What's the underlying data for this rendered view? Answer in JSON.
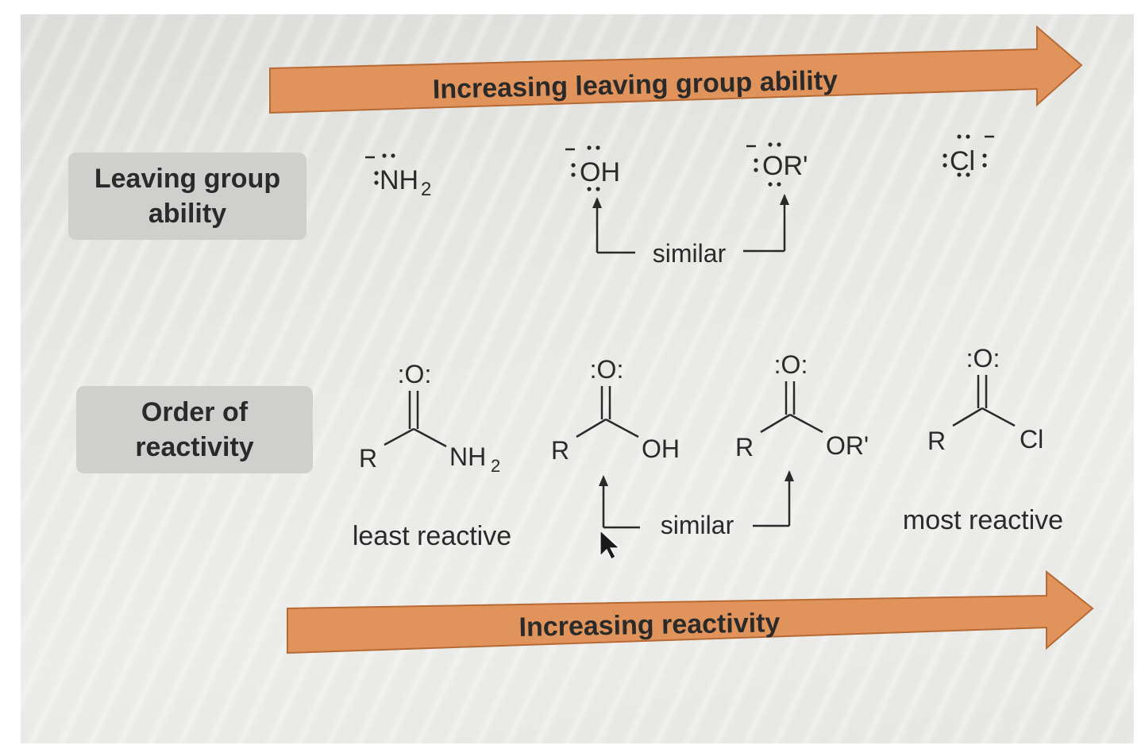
{
  "arrows": {
    "top_label": "Increasing leaving group ability",
    "bottom_label": "Increasing reactivity",
    "fill_color": "#e0945c",
    "stroke_color": "#b86a34"
  },
  "row_labels": {
    "leaving_line1": "Leaving group",
    "leaving_line2": "ability",
    "reactivity_line1": "Order of",
    "reactivity_line2": "reactivity"
  },
  "leaving_groups": {
    "nh2": "NH",
    "nh2_sub": "2",
    "oh": "OH",
    "or": "OR'",
    "cl": "Cl",
    "lone_pair": ":"
  },
  "similar_label": "similar",
  "structures": {
    "carbonyl_o": ":O:",
    "r": "R",
    "amide_group": "NH",
    "amide_sub": "2",
    "acid_group": "OH",
    "ester_group": "OR'",
    "chloride_group": "Cl"
  },
  "captions": {
    "least": "least reactive",
    "most": "most reactive"
  }
}
